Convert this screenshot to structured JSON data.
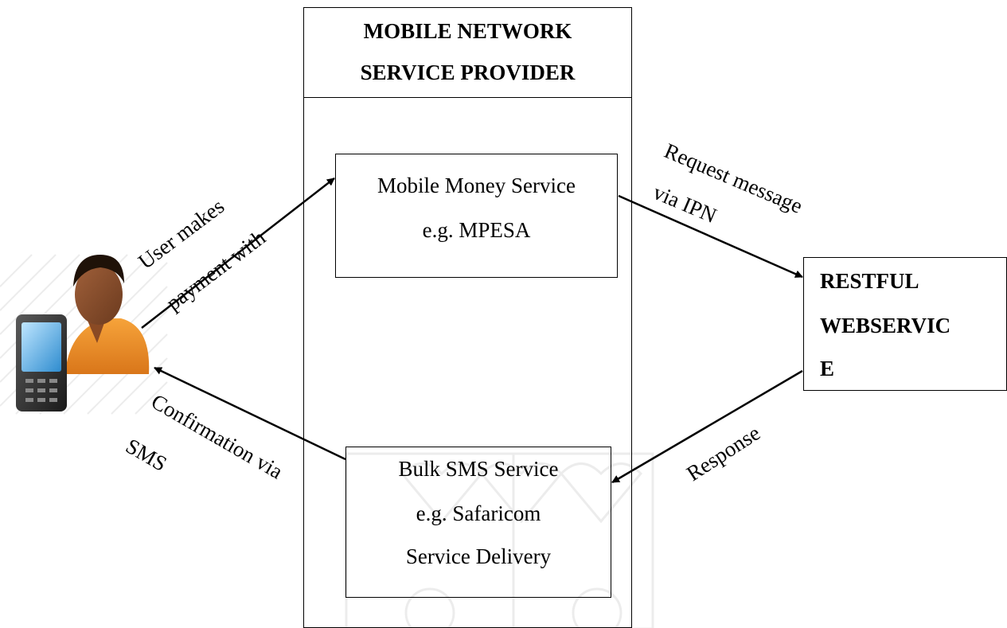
{
  "provider": {
    "title_line1": "MOBILE NETWORK",
    "title_line2": "SERVICE PROVIDER"
  },
  "mobile_money": {
    "line1": "Mobile Money Service",
    "line2": "e.g. MPESA"
  },
  "bulk_sms": {
    "line1": "Bulk SMS Service",
    "line2": "e.g. Safaricom",
    "line3": "Service Delivery"
  },
  "restful": {
    "line1": "RESTFUL",
    "line2": "WEBSERVIC",
    "line3": "E"
  },
  "labels": {
    "user_makes": "User makes",
    "payment_with": "payment with",
    "request_message": "Request message",
    "via_ipn": "via IPN",
    "response": "Response",
    "confirmation_via": "Confirmation via",
    "sms": "SMS"
  },
  "icons": {
    "user": "user-with-phone-icon"
  }
}
